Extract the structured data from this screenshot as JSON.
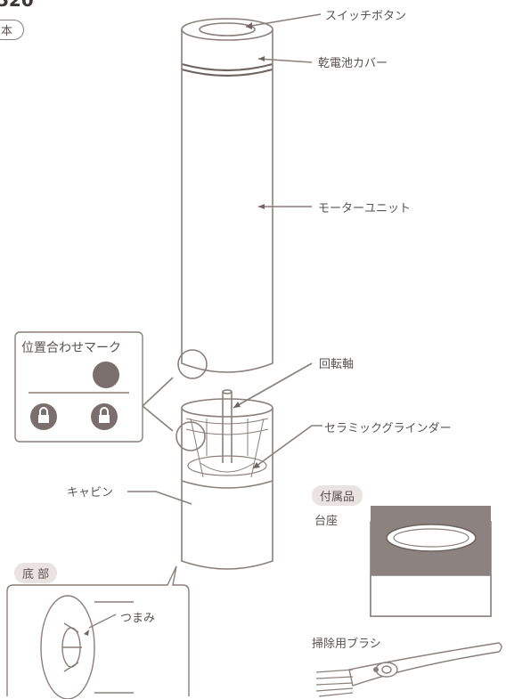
{
  "header": {
    "model_fragment": "520",
    "badge_fragment": "本"
  },
  "labels": {
    "switch_button": "スイッチボタン",
    "battery_cover": "乾電池カバー",
    "motor_unit": "モーターユニット",
    "rotation_shaft": "回転軸",
    "ceramic_grinder": "セラミックグラインダー",
    "cabin": "キャビン",
    "knob": "つまみ"
  },
  "alignment_box": {
    "title": "位置合わせマーク"
  },
  "bottom_section": {
    "title": "底 部"
  },
  "accessories": {
    "title": "付属品",
    "stand_label": "台座",
    "brush_label": "掃除用ブラシ"
  },
  "colors": {
    "line": "#8a7f7c",
    "dark_mark": "#7a6f6c",
    "pill_bg": "#e9e4e2",
    "stand_top": "#8c8280"
  }
}
